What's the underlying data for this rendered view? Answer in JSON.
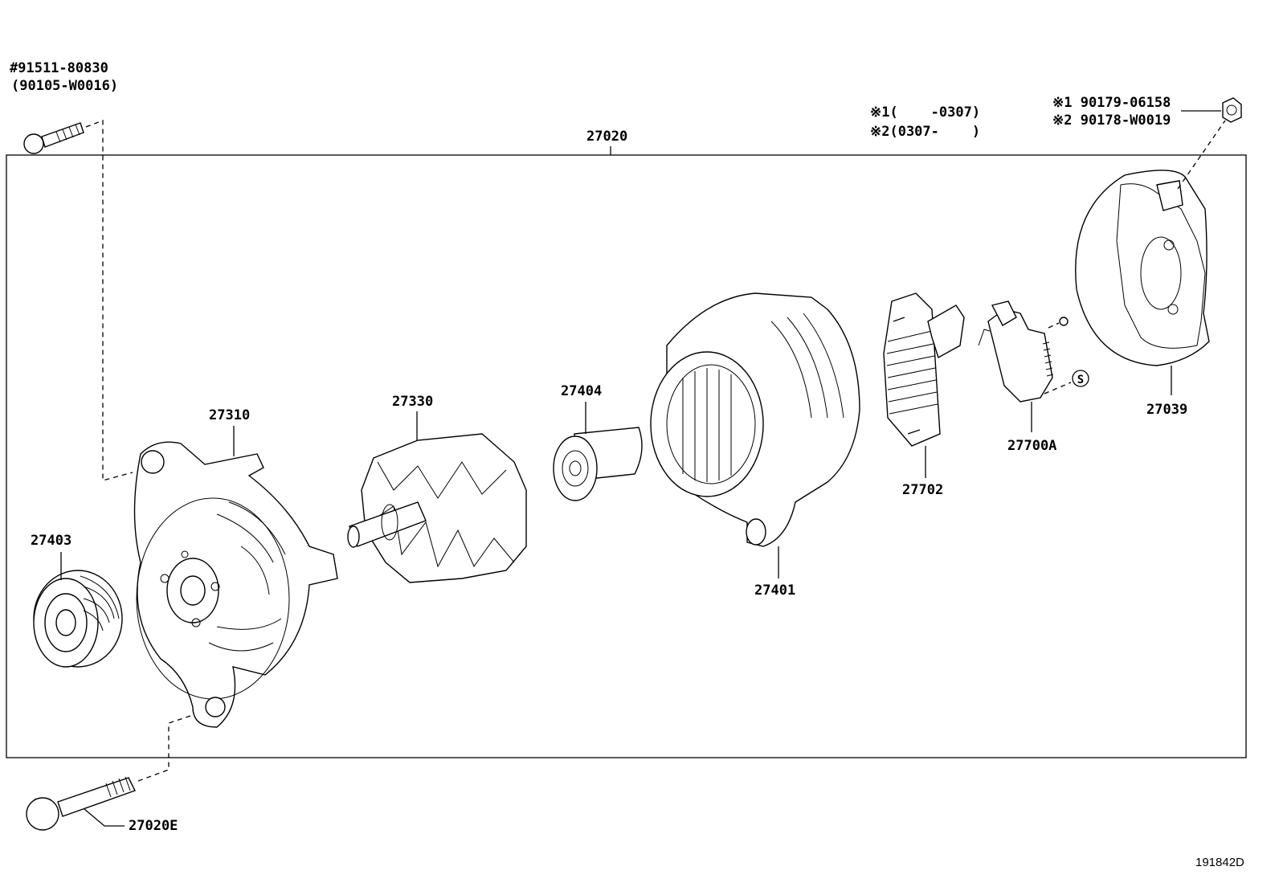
{
  "labels": {
    "assembly": "27020",
    "bolt_top_line1": "#91511-80830",
    "bolt_top_line2": "(90105-W0016)",
    "note1": "※1(    -0307)",
    "note2": "※2(0307-    )",
    "nut_line1": "※1 90179-06158",
    "nut_line2": "※2 90178-W0019",
    "frame_drive": "27310",
    "rotor": "27330",
    "bearing": "27404",
    "stator": "27401",
    "rectifier": "27702",
    "regulator": "27700A",
    "cover": "27039",
    "pulley": "27403",
    "bolt_bottom": "27020E",
    "s_mark": "S",
    "diagram_id": "191842D"
  }
}
